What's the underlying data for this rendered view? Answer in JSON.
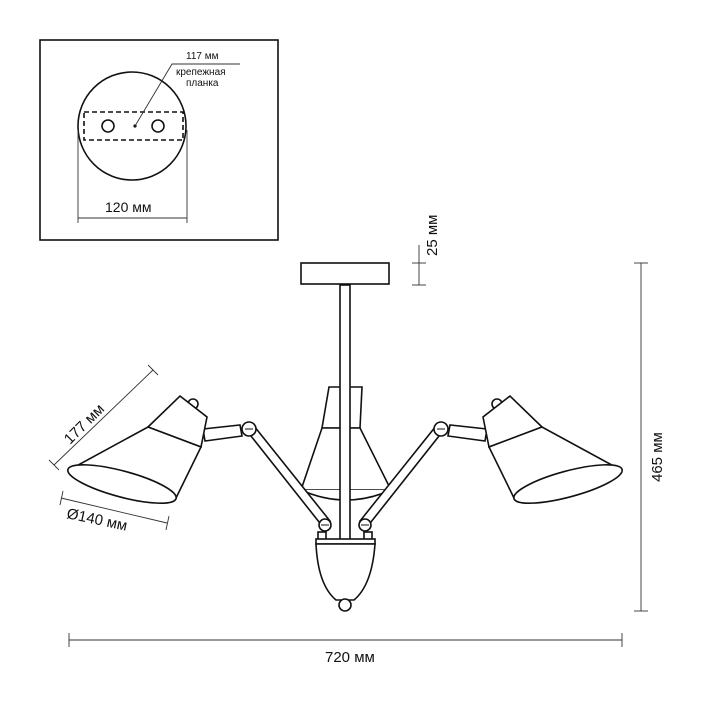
{
  "inset": {
    "mount_size": "117 мм",
    "mount_label_line1": "крепежная",
    "mount_label_line2": "планка",
    "canopy_diameter": "120 мм"
  },
  "dimensions": {
    "canopy_height": "25 мм",
    "total_height": "465 мм",
    "total_width": "720 мм",
    "shade_length": "177 мм",
    "shade_diameter": "Ø140 мм"
  }
}
